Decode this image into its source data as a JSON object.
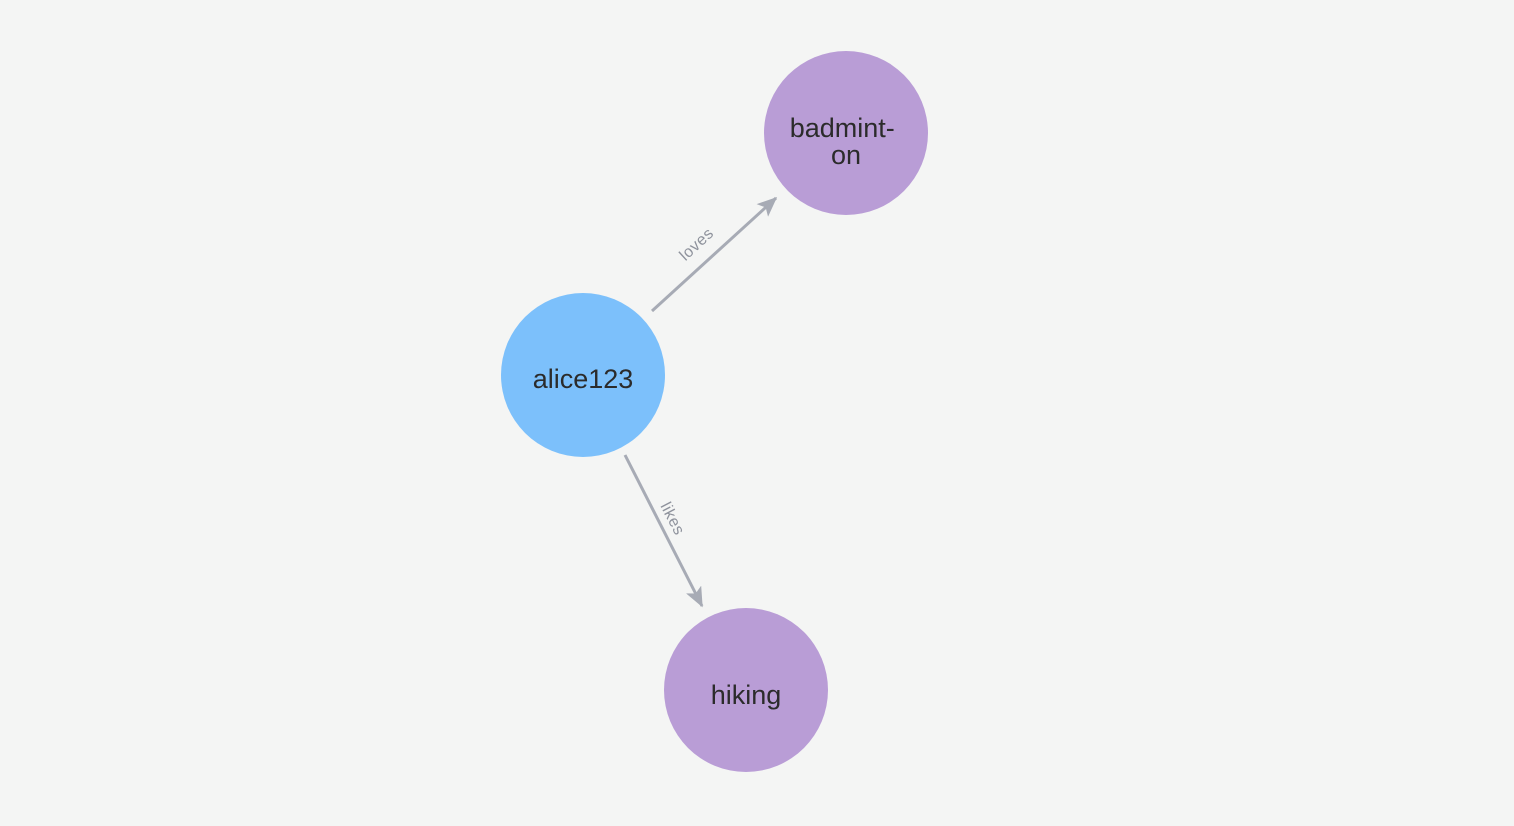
{
  "canvas": {
    "background": "#f4f5f4"
  },
  "graph": {
    "nodes": [
      {
        "caption": "alice123",
        "lines": [
          "alice123"
        ],
        "color": "#7cc0fb",
        "text_color": "#2b2b2b"
      },
      {
        "caption": "badminton",
        "lines": [
          "badmint-",
          "on"
        ],
        "color": "#b99dd6",
        "text_color": "#2b2b2b"
      },
      {
        "caption": "hiking",
        "lines": [
          "hiking"
        ],
        "color": "#b99dd6",
        "text_color": "#2b2b2b"
      }
    ],
    "edges": [
      {
        "label": "loves",
        "from": "alice123",
        "to": "badminton",
        "color": "#a7abb5",
        "label_color": "#8e929c"
      },
      {
        "label": "likes",
        "from": "alice123",
        "to": "hiking",
        "color": "#a7abb5",
        "label_color": "#8e929c"
      }
    ]
  }
}
